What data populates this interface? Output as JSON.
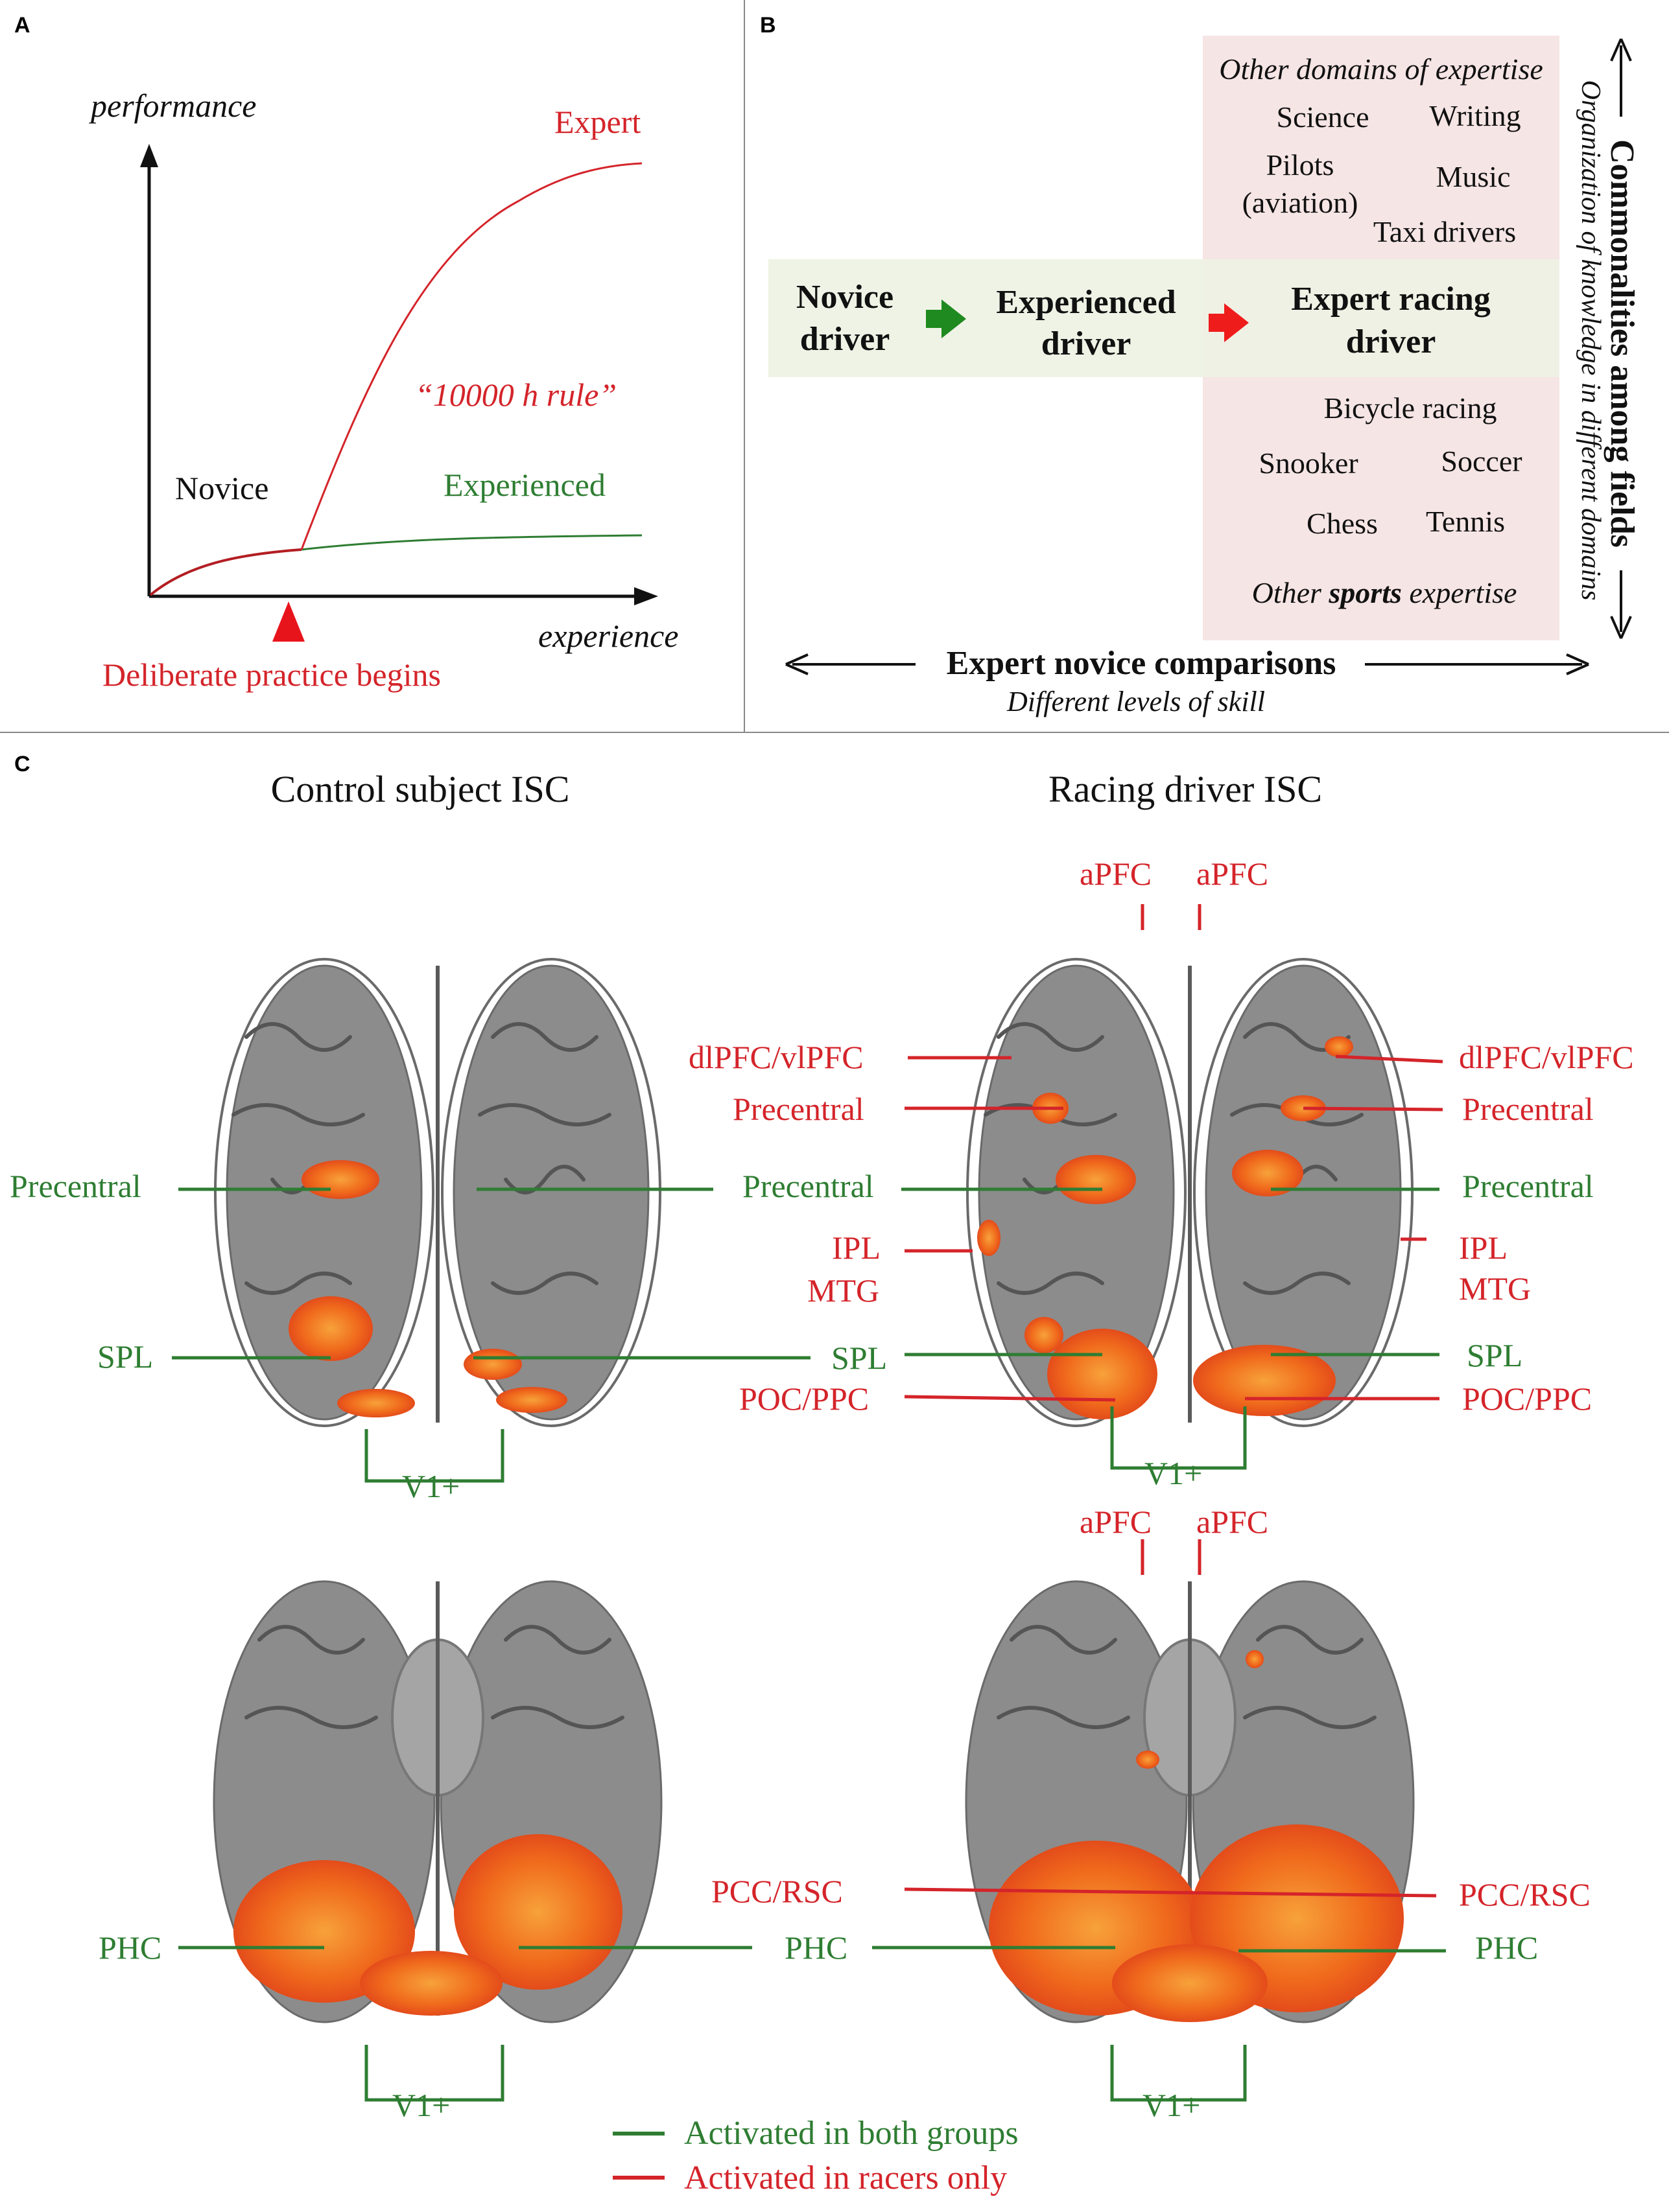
{
  "colors": {
    "red": "#d4242a",
    "green": "#2e7d32",
    "shade_green": "#eef2e4",
    "shade_pink": "#f6e5e5",
    "brain": "#8c8c8c",
    "activation": "#f15a1a"
  },
  "panel_a": {
    "letter": "A",
    "y_label": "performance",
    "x_label": "experience",
    "expert_label": "Expert",
    "rule_label": "“10000 h rule”",
    "novice_label": "Novice",
    "experienced_label": "Experienced",
    "practice_label": "Deliberate practice begins"
  },
  "panel_b": {
    "letter": "B",
    "other_domains_title": "Other domains of expertise",
    "domains": [
      "Science",
      "Writing",
      "Pilots",
      "(aviation)",
      "Music",
      "Taxi drivers"
    ],
    "novice": [
      "Novice",
      "driver"
    ],
    "experienced": [
      "Experienced",
      "driver"
    ],
    "expert": [
      "Expert racing",
      "driver"
    ],
    "sports": [
      "Bicycle racing",
      "Snooker",
      "Soccer",
      "Chess",
      "Tennis"
    ],
    "other_sports_pre": "Other ",
    "other_sports_bold": "sports",
    "other_sports_post": " expertise",
    "comparison_title": "Expert novice comparisons",
    "comparison_sub": "Different levels of skill",
    "commonalities_title": "Commonalities among fields",
    "commonalities_sub": "Organization of knowledge in different domains"
  },
  "panel_c": {
    "letter": "C",
    "control_title": "Control subject ISC",
    "racing_title": "Racing driver ISC",
    "labels": {
      "precentral": "Precentral",
      "spl": "SPL",
      "v1": "V1+",
      "phc": "PHC",
      "apfc": "aPFC",
      "dlpfc": "dlPFC/vlPFC",
      "ipl": "IPL",
      "mtg": "MTG",
      "poc": "POC/PPC",
      "pcc": "PCC/RSC"
    },
    "legend": {
      "both": "Activated in both groups",
      "racers": "Activated in racers only"
    }
  }
}
